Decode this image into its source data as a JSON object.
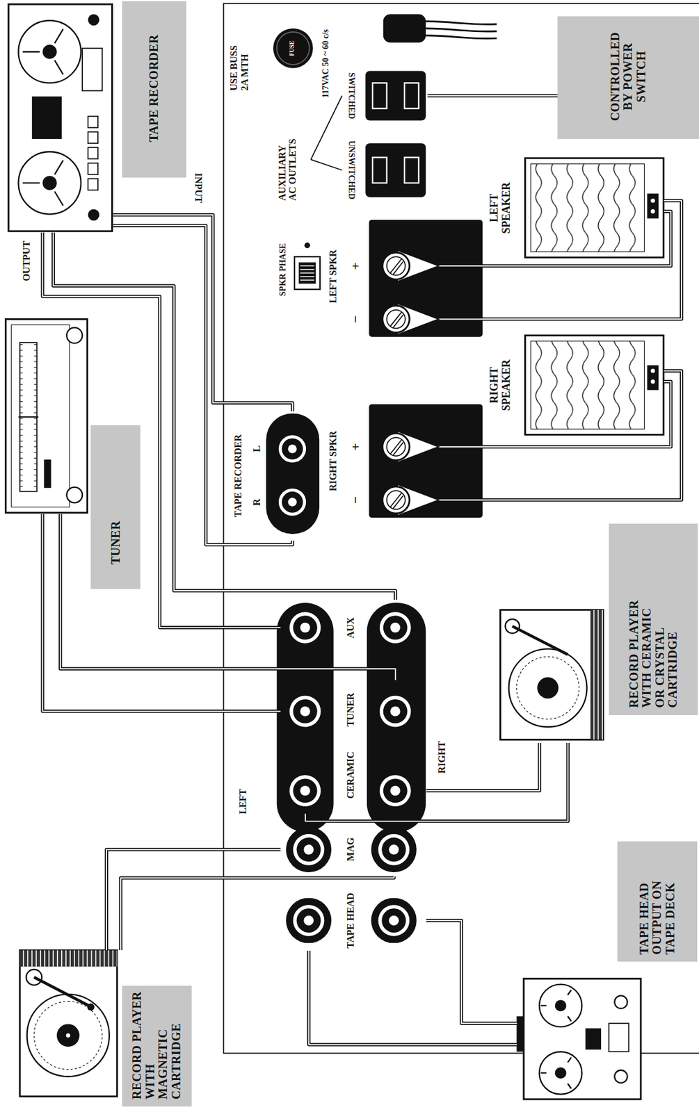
{
  "diagram": {
    "nodes": [
      {
        "text": [
          "RECORD PLAYER WITH MAGNETIC CARTRIDGE"
        ]
      },
      {
        "text": [
          "TAPE HEAD OUTPUT ON TAPE DECK"
        ]
      },
      {
        "text": [
          "RECORD PLAYER WITH CERAMIC OR CRYSTAL CARTRIDGE"
        ]
      },
      {
        "text": [
          "TUNER"
        ]
      },
      {
        "text": [
          "TAPE RECORDER"
        ]
      },
      {
        "text": [
          "LEFT SPEAKER"
        ]
      },
      {
        "text": [
          "RIGHT SPEAKER"
        ]
      },
      {
        "text": [
          "CONTROLLED BY POWER SWITCH"
        ]
      },
      {
        "text": [
          "TAPE HEAD"
        ]
      },
      {
        "text": [
          "MAG"
        ]
      },
      {
        "text": [
          "CERAMIC"
        ]
      },
      {
        "text": [
          "TUNER"
        ]
      },
      {
        "text": [
          "AUX"
        ]
      },
      {
        "text": [
          "TAPE RECORDER",
          "R",
          "L"
        ]
      },
      {
        "text": [
          "RIGHT SPKR",
          "−",
          "+"
        ]
      },
      {
        "text": [
          "LEFT SPKR",
          "−",
          "+"
        ]
      },
      {
        "text": [
          "UNSWITCHED"
        ]
      },
      {
        "text": [
          "SWITCHED"
        ]
      }
    ],
    "edges": [
      {
        "from": 0,
        "to": 9,
        "arrow": "none"
      },
      {
        "from": 1,
        "to": 8,
        "arrow": "none"
      },
      {
        "from": 2,
        "to": 10,
        "arrow": "none"
      },
      {
        "from": 3,
        "to": 11,
        "arrow": "none"
      },
      {
        "from": 4,
        "to": 12,
        "arrow": "none"
      },
      {
        "from": 13,
        "to": 4,
        "arrow": "none"
      },
      {
        "from": 14,
        "to": 6,
        "arrow": "none"
      },
      {
        "from": 15,
        "to": 5,
        "arrow": "none"
      },
      {
        "from": 17,
        "to": 7,
        "arrow": "none"
      }
    ],
    "labels": [
      "LEFT",
      "RIGHT",
      "OUTPUT",
      "INPUT",
      "SPKR PHASE",
      "AUXILIARY AC OUTLETS",
      "USE BUSS 2A MTH",
      "FUSE",
      "117VAC 50 ~ 60 c/s"
    ]
  }
}
